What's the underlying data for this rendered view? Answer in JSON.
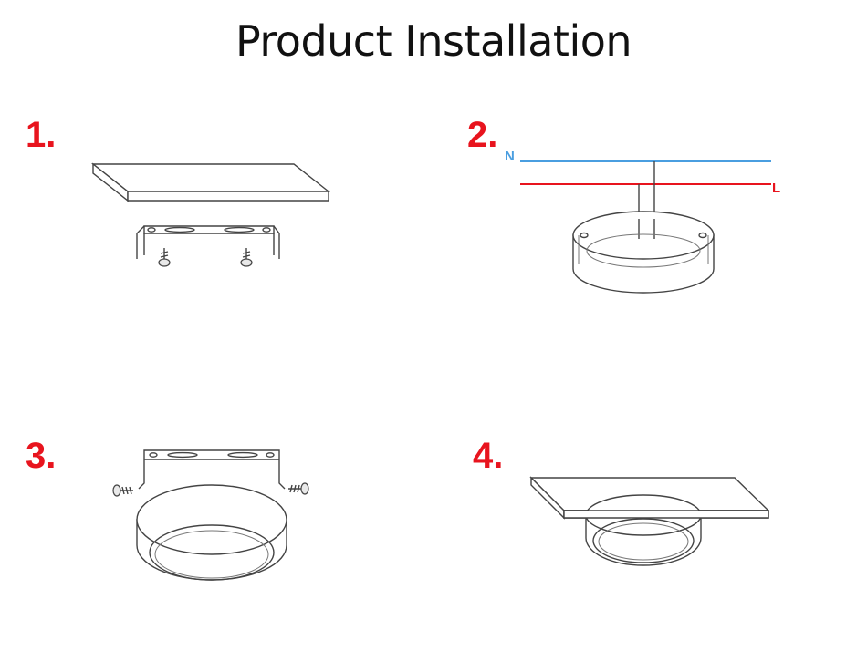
{
  "title": "Product Installation",
  "steps": [
    {
      "number": "1."
    },
    {
      "number": "2."
    },
    {
      "number": "3."
    },
    {
      "number": "4."
    }
  ],
  "wires": {
    "neutral": {
      "label": "N",
      "color": "#4a9ee0"
    },
    "live": {
      "label": "L",
      "color": "#e8141e"
    }
  },
  "colors": {
    "step_number": "#e8141e",
    "drawing": "#444444"
  }
}
